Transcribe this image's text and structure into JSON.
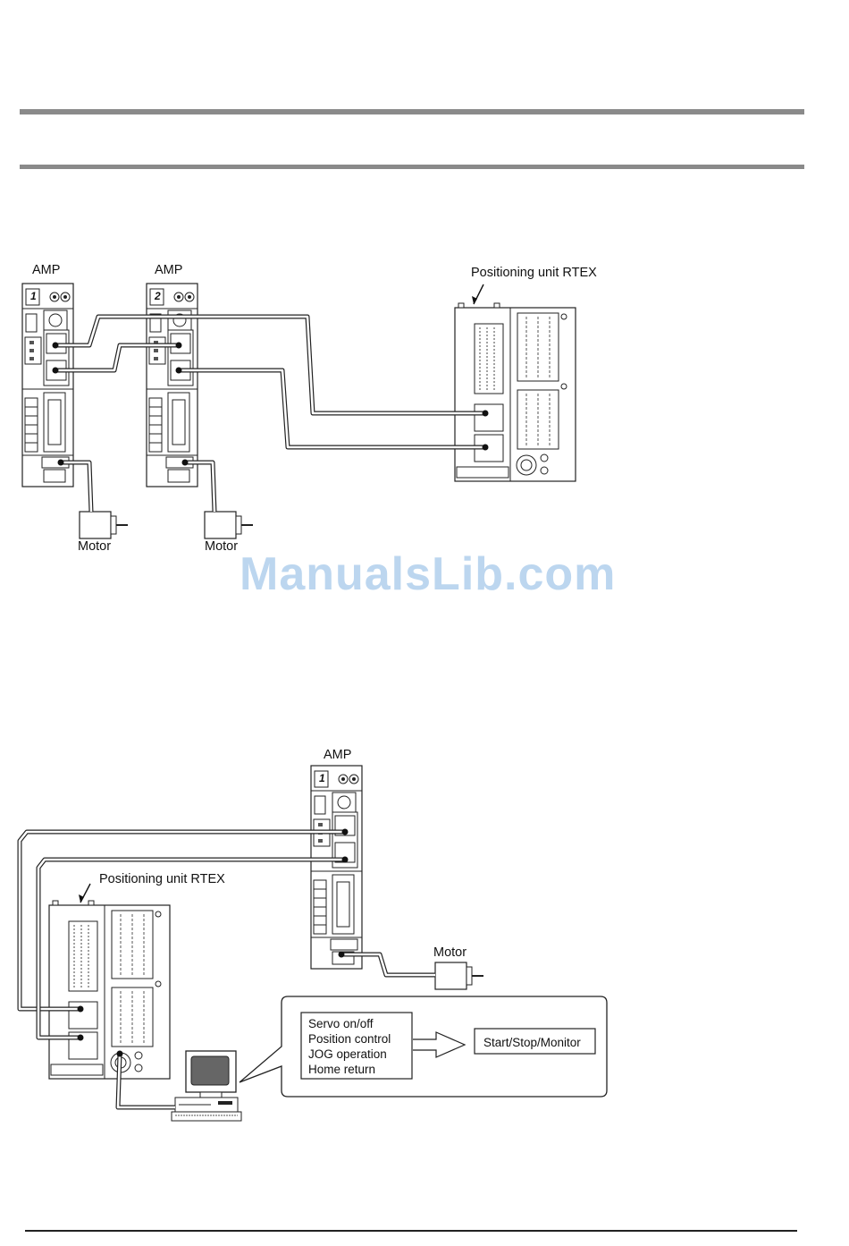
{
  "diagram1": {
    "amp_left_label": "AMP",
    "amp_right_label": "AMP",
    "amp_left_digit": "1",
    "amp_right_digit": "2",
    "unit_label": "Positioning unit RTEX",
    "motor_left_label": "Motor",
    "motor_right_label": "Motor"
  },
  "watermark": "ManualsLib.com",
  "diagram2": {
    "amp_label": "AMP",
    "amp_digit": "1",
    "unit_label": "Positioning unit RTEX",
    "motor_label": "Motor",
    "operations": [
      "Servo on/off",
      "Position control",
      "JOG operation",
      "Home return"
    ],
    "result": "Start/Stop/Monitor"
  }
}
